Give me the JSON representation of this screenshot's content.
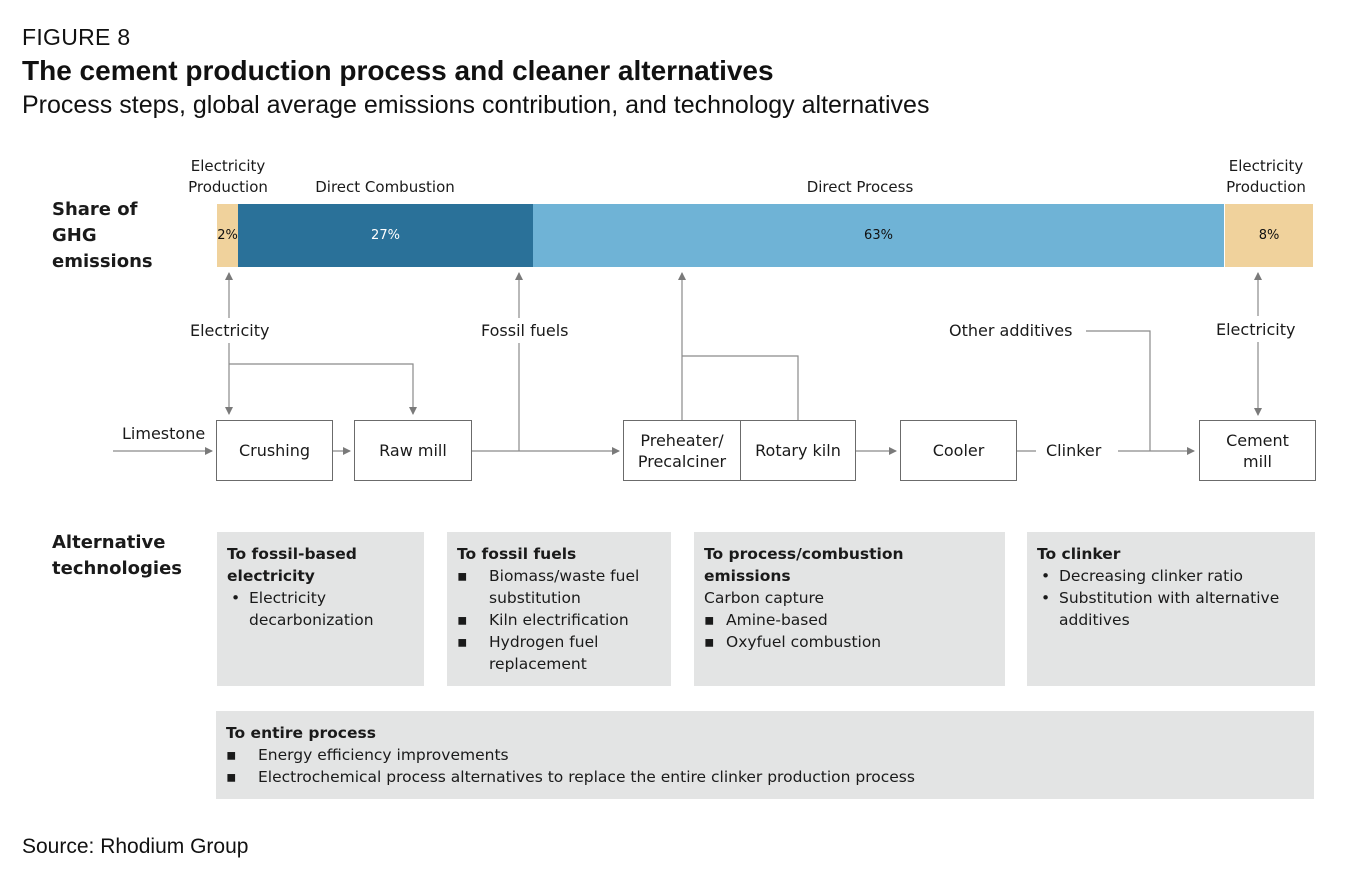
{
  "header": {
    "figure_label": "FIGURE 8",
    "title": "The cement production process and cleaner alternatives",
    "subtitle": "Process steps, global average emissions contribution, and technology alternatives"
  },
  "share": {
    "row_label": "Share of GHG emissions",
    "segments": [
      {
        "category_label": "Electricity Production",
        "value_label": "2%",
        "value": 2,
        "color": "#f0d29c"
      },
      {
        "category_label": "Direct Combustion",
        "value_label": "27%",
        "value": 27,
        "color": "#2a7199"
      },
      {
        "category_label": "Direct Process",
        "value_label": "63%",
        "value": 63,
        "color": "#6fb3d6"
      },
      {
        "category_label": "Electricity Production",
        "value_label": "8%",
        "value": 8,
        "color": "#f0d29c"
      }
    ]
  },
  "inputs": {
    "electricity_left": "Electricity",
    "fossil_fuels": "Fossil fuels",
    "other_additives": "Other additives",
    "electricity_right": "Electricity",
    "limestone": "Limestone",
    "clinker": "Clinker"
  },
  "process": {
    "crushing": "Crushing",
    "raw_mill": "Raw mill",
    "preheater": "Preheater/ Precalciner",
    "rotary_kiln": "Rotary kiln",
    "cooler": "Cooler",
    "cement_mill": "Cement mill"
  },
  "alternatives": {
    "row_label": "Alternative technologies",
    "electricity": {
      "title": "To fossil-based electricity",
      "items": [
        "Electricity decarbonization"
      ]
    },
    "fossil_fuels": {
      "title": "To fossil fuels",
      "items": [
        "Biomass/waste fuel substitution",
        "Kiln electrification",
        "Hydrogen fuel replacement"
      ]
    },
    "emissions": {
      "title": "To process/combustion emissions",
      "subtitle": "Carbon capture",
      "items": [
        "Amine-based",
        "Oxyfuel combustion"
      ]
    },
    "clinker": {
      "title": "To clinker",
      "items": [
        "Decreasing clinker ratio",
        "Substitution with alternative additives"
      ]
    },
    "entire": {
      "title": "To entire process",
      "items": [
        "Energy efficiency improvements",
        "Electrochemical process alternatives to replace the entire clinker production process"
      ]
    }
  },
  "source": "Source: Rhodium Group"
}
